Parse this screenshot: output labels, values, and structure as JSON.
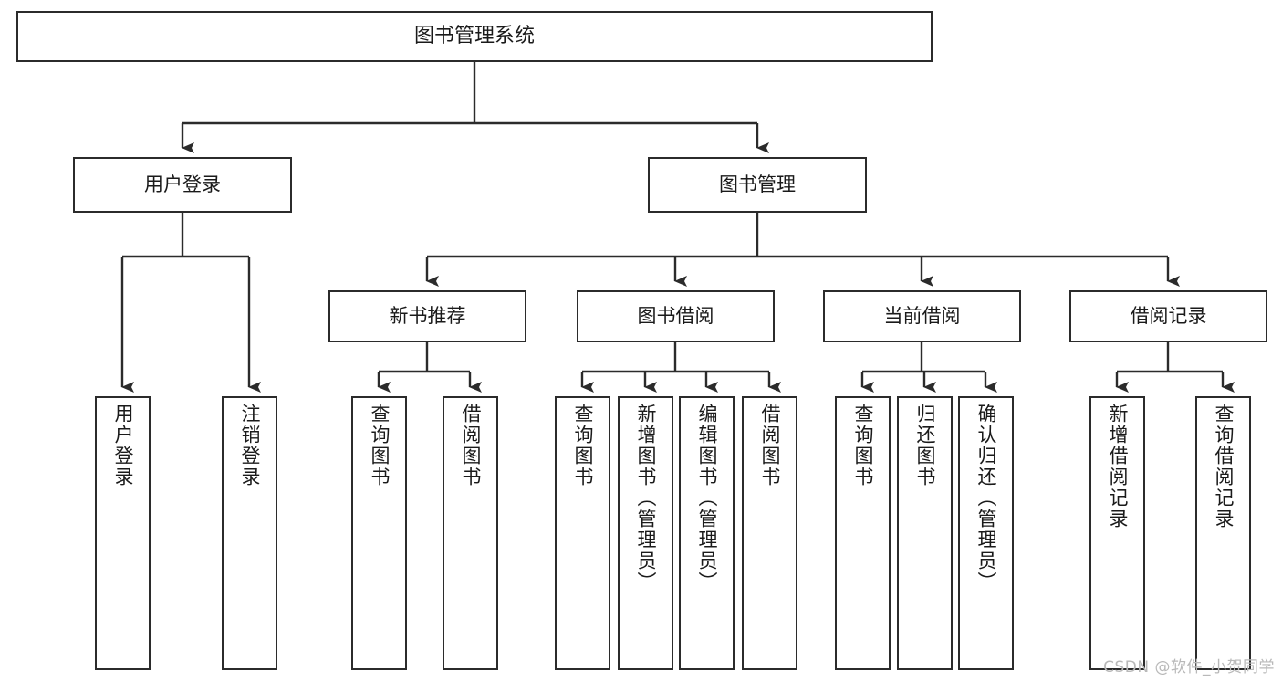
{
  "diagram": {
    "title": "图书管理系统",
    "type": "hierarchy-tree",
    "orientation": "top-down",
    "line_color": "#2b2b2b",
    "box_fill": "#ffffff",
    "text_color": "#1a1a1a",
    "levels": [
      {
        "level": 1,
        "nodes": [
          {
            "id": "root",
            "label": "图书管理系统",
            "text_direction": "horizontal"
          }
        ]
      },
      {
        "level": 2,
        "nodes": [
          {
            "id": "user-login",
            "label": "用户登录",
            "text_direction": "horizontal",
            "parent": "root"
          },
          {
            "id": "book-manage",
            "label": "图书管理",
            "text_direction": "horizontal",
            "parent": "root"
          }
        ]
      },
      {
        "level": 3,
        "nodes": [
          {
            "id": "new-book-rec",
            "label": "新书推荐",
            "text_direction": "horizontal",
            "parent": "book-manage"
          },
          {
            "id": "book-borrow",
            "label": "图书借阅",
            "text_direction": "horizontal",
            "parent": "book-manage"
          },
          {
            "id": "current-borrow",
            "label": "当前借阅",
            "text_direction": "horizontal",
            "parent": "book-manage"
          },
          {
            "id": "borrow-record",
            "label": "借阅记录",
            "text_direction": "horizontal",
            "parent": "book-manage"
          }
        ]
      },
      {
        "level": 4,
        "nodes": [
          {
            "id": "leaf-user-login",
            "label": "用户登录",
            "text_direction": "vertical",
            "parent": "user-login"
          },
          {
            "id": "leaf-logout",
            "label": "注销登录",
            "text_direction": "vertical",
            "parent": "user-login"
          },
          {
            "id": "leaf-query-book-1",
            "label": "查询图书",
            "text_direction": "vertical",
            "parent": "new-book-rec"
          },
          {
            "id": "leaf-borrow-book-1",
            "label": "借阅图书",
            "text_direction": "vertical",
            "parent": "new-book-rec"
          },
          {
            "id": "leaf-query-book-2",
            "label": "查询图书",
            "text_direction": "vertical",
            "parent": "book-borrow"
          },
          {
            "id": "leaf-add-book",
            "label": "新增图书（管理员）",
            "text_direction": "vertical",
            "parent": "book-borrow"
          },
          {
            "id": "leaf-edit-book",
            "label": "编辑图书（管理员）",
            "text_direction": "vertical",
            "parent": "book-borrow"
          },
          {
            "id": "leaf-borrow-book-2",
            "label": "借阅图书",
            "text_direction": "vertical",
            "parent": "book-borrow"
          },
          {
            "id": "leaf-query-book-3",
            "label": "查询图书",
            "text_direction": "vertical",
            "parent": "current-borrow"
          },
          {
            "id": "leaf-return-book",
            "label": "归还图书",
            "text_direction": "vertical",
            "parent": "current-borrow"
          },
          {
            "id": "leaf-confirm-return",
            "label": "确认归还（管理员）",
            "text_direction": "vertical",
            "parent": "current-borrow"
          },
          {
            "id": "leaf-add-record",
            "label": "新增借阅记录",
            "text_direction": "vertical",
            "parent": "borrow-record"
          },
          {
            "id": "leaf-query-record",
            "label": "查询借阅记录",
            "text_direction": "vertical",
            "parent": "borrow-record"
          }
        ]
      }
    ]
  },
  "watermark": {
    "text": "CSDN @软件_小贺同学"
  }
}
